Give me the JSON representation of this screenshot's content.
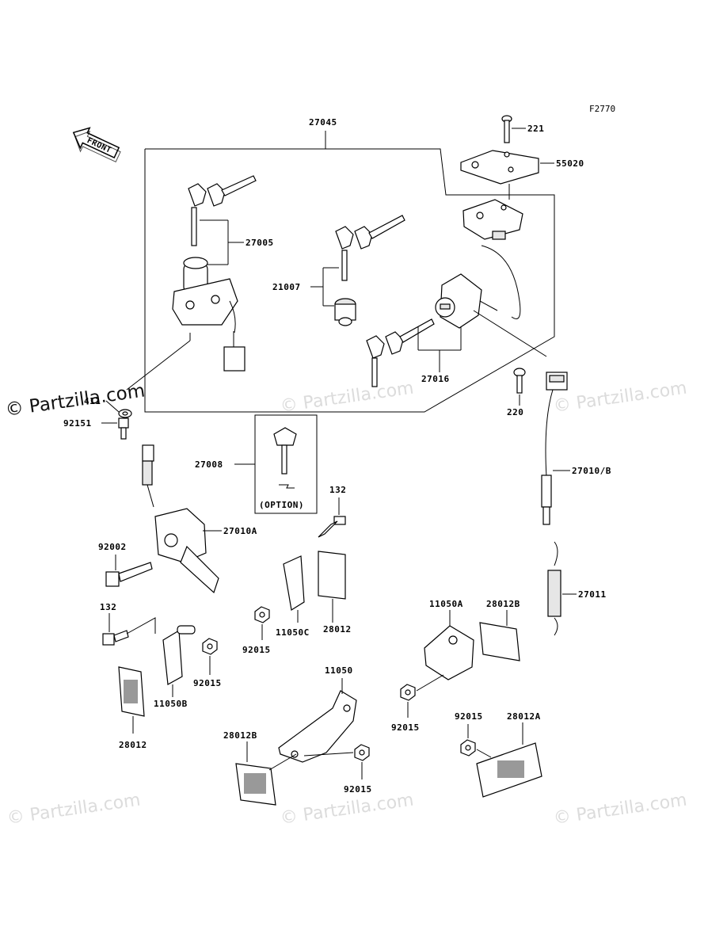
{
  "figure_code": "F2770",
  "front_label": "FRONT",
  "option_label": "(OPTION)",
  "watermark_main": "© Partzilla.com",
  "watermark_faint": "© Partzilla.com",
  "part_labels": {
    "p27045": "27045",
    "p221": "221",
    "p55020": "55020",
    "p27005": "27005",
    "p21007": "21007",
    "p27016": "27016",
    "p411": "411",
    "p92151": "92151",
    "p220": "220",
    "p27010b": "27010/B",
    "p27008": "27008",
    "p132a": "132",
    "p27010a": "27010A",
    "p92002": "92002",
    "p27011": "27011",
    "p11050a": "11050A",
    "p28012b_r": "28012B",
    "p132b": "132",
    "p92015_m": "92015",
    "p11050c": "11050C",
    "p28012_m": "28012",
    "p92015_l": "92015",
    "p11050b": "11050B",
    "p28012_l": "28012",
    "p11050": "11050",
    "p28012b_b": "28012B",
    "p92015_b": "92015",
    "p92015_r": "92015",
    "p92015_r2": "92015",
    "p28012a": "28012A"
  }
}
